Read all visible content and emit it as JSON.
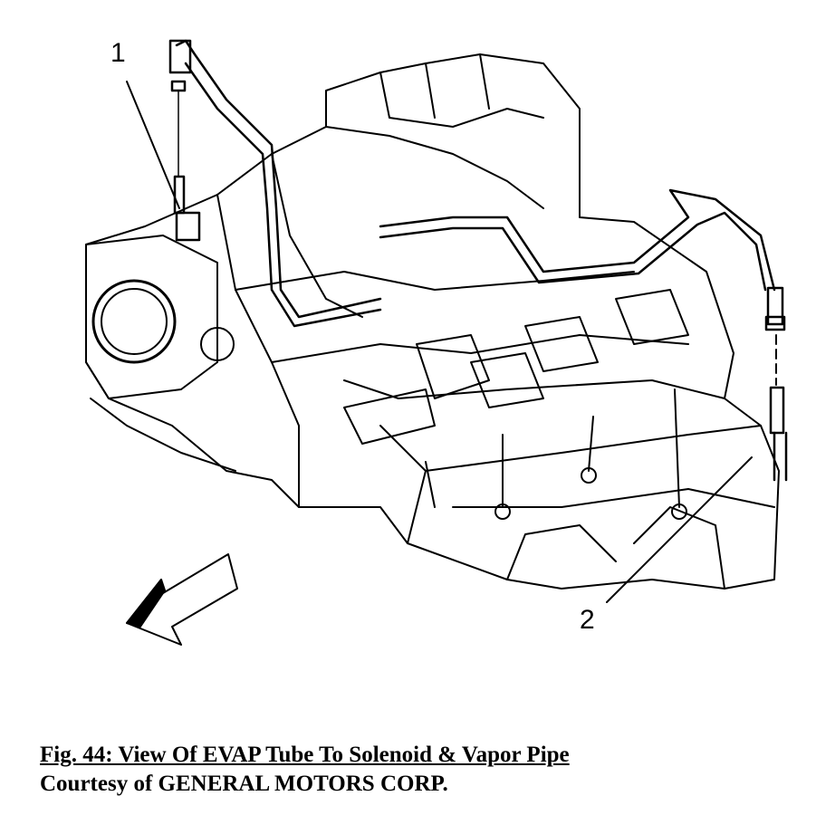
{
  "figure": {
    "callouts": [
      "1",
      "2"
    ],
    "caption_title": "Fig. 44: View Of EVAP Tube To Solenoid & Vapor Pipe",
    "caption_credit": "Courtesy of GENERAL MOTORS CORP."
  }
}
